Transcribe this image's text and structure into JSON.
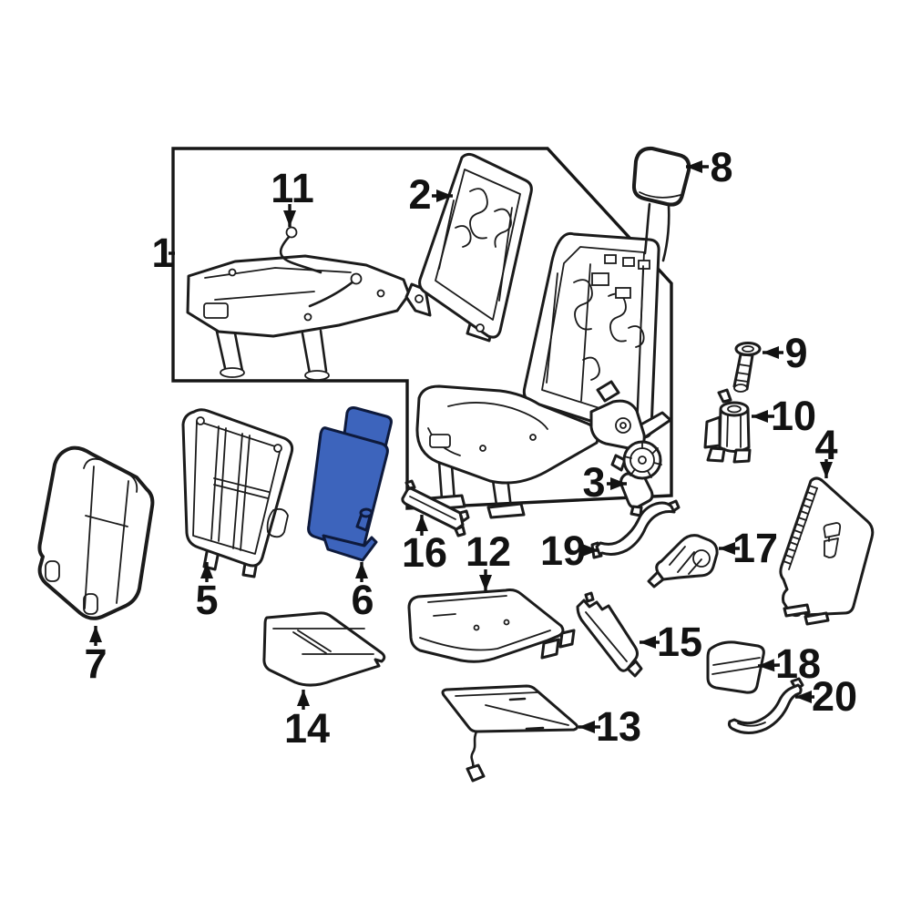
{
  "style": {
    "background": "#ffffff",
    "line_color": "#1b1b1b",
    "label_color": "#121212",
    "highlight_fill": "#3d64bc"
  },
  "diagram": {
    "type": "exploded-parts-diagram",
    "highlighted_part": "6"
  },
  "parts": [
    {
      "label": "1",
      "highlighted": false
    },
    {
      "label": "2",
      "highlighted": false
    },
    {
      "label": "3",
      "highlighted": false
    },
    {
      "label": "4",
      "highlighted": false
    },
    {
      "label": "5",
      "highlighted": false
    },
    {
      "label": "6",
      "highlighted": true
    },
    {
      "label": "7",
      "highlighted": false
    },
    {
      "label": "8",
      "highlighted": false
    },
    {
      "label": "9",
      "highlighted": false
    },
    {
      "label": "10",
      "highlighted": false
    },
    {
      "label": "11",
      "highlighted": false
    },
    {
      "label": "12",
      "highlighted": false
    },
    {
      "label": "13",
      "highlighted": false
    },
    {
      "label": "14",
      "highlighted": false
    },
    {
      "label": "15",
      "highlighted": false
    },
    {
      "label": "16",
      "highlighted": false
    },
    {
      "label": "17",
      "highlighted": false
    },
    {
      "label": "18",
      "highlighted": false
    },
    {
      "label": "19",
      "highlighted": false
    },
    {
      "label": "20",
      "highlighted": false
    }
  ]
}
